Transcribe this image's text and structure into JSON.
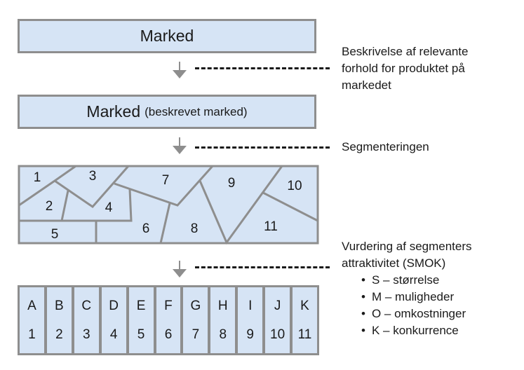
{
  "boxes": {
    "market": "Marked",
    "described_market_main": "Marked",
    "described_market_sub": "(beskrevet marked)"
  },
  "notes": {
    "description": [
      "Beskrivelse af relevante",
      "forhold for produktet på",
      "markedet"
    ],
    "segmentation": "Segmenteringen",
    "evaluation": [
      "Vurdering af segmenters",
      "attraktivitet (SMOK)"
    ],
    "smok": [
      "S – størrelse",
      "M – muligheder",
      "O – omkostninger",
      "K – konkurrence"
    ]
  },
  "segments": [
    "1",
    "2",
    "3",
    "4",
    "5",
    "6",
    "7",
    "8",
    "9",
    "10",
    "11"
  ],
  "cells": [
    {
      "letter": "A",
      "number": "1"
    },
    {
      "letter": "B",
      "number": "2"
    },
    {
      "letter": "C",
      "number": "3"
    },
    {
      "letter": "D",
      "number": "4"
    },
    {
      "letter": "E",
      "number": "5"
    },
    {
      "letter": "F",
      "number": "6"
    },
    {
      "letter": "G",
      "number": "7"
    },
    {
      "letter": "H",
      "number": "8"
    },
    {
      "letter": "I",
      "number": "9"
    },
    {
      "letter": "J",
      "number": "10"
    },
    {
      "letter": "K",
      "number": "11"
    }
  ],
  "colors": {
    "fill": "#d6e4f5",
    "border": "#8e8e8e",
    "text": "#1a1a1a"
  }
}
